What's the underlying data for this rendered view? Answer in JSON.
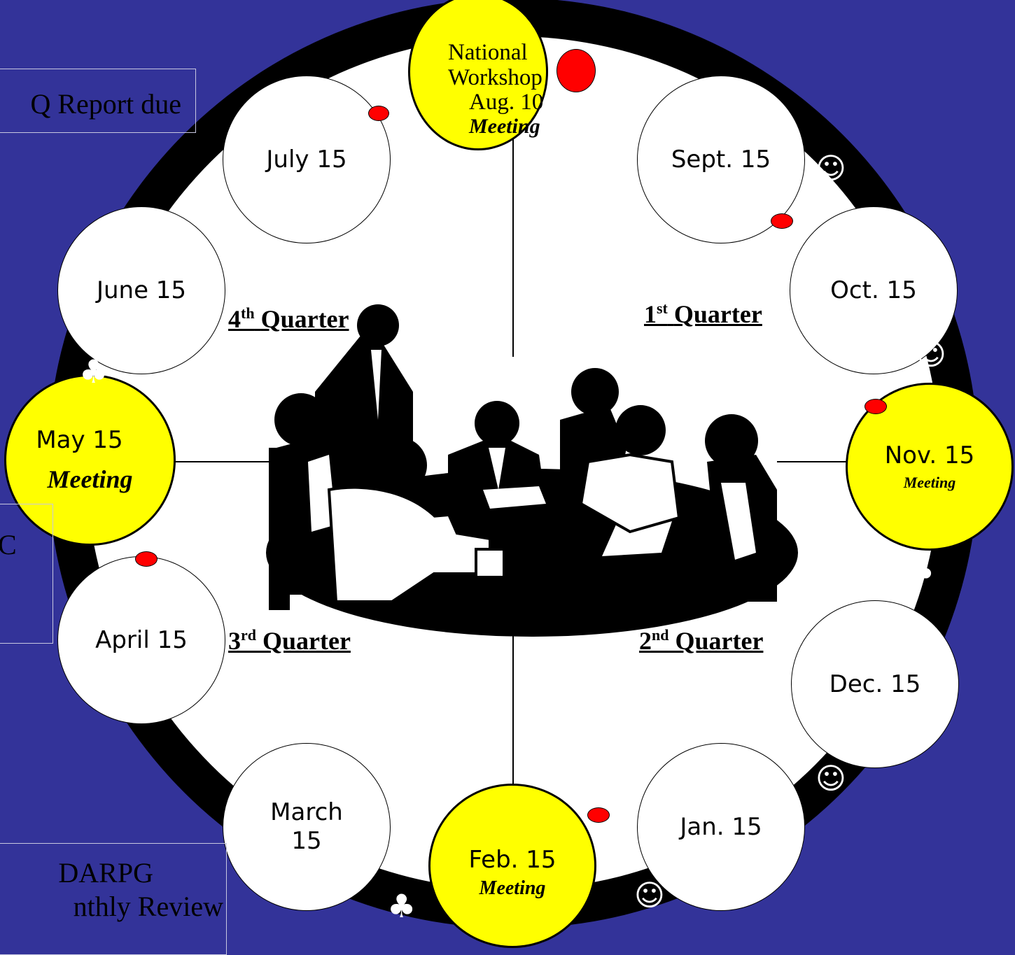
{
  "colors": {
    "background": "#333399",
    "meeting_fill": "#ffff00",
    "month_fill": "#ffffff",
    "ring": "#000000",
    "marker": "#ff0000"
  },
  "top_node": {
    "line1": "National",
    "line2": "Workshop",
    "line3": "Aug. 10",
    "sub": "Meeting"
  },
  "months": {
    "sept": "Sept. 15",
    "oct": "Oct. 15",
    "nov": "Nov. 15",
    "dec": "Dec. 15",
    "jan": "Jan. 15",
    "feb": "Feb. 15",
    "march_1": "March",
    "march_2": "15",
    "april": "April 15",
    "may": "May 15",
    "june": "June 15",
    "july": "July 15"
  },
  "meeting_label": "Meeting",
  "quarters": {
    "q1": {
      "num": "1",
      "sup": "st",
      "word": "Quarter"
    },
    "q2": {
      "num": "2",
      "sup": "nd",
      "word": "Quarter"
    },
    "q3": {
      "num": "3",
      "sup": "rd",
      "word": "Quarter"
    },
    "q4": {
      "num": "4",
      "sup": "th",
      "word": "Quarter"
    }
  },
  "side_boxes": {
    "report": "Q Report due",
    "left_partial": "C",
    "darpg_line1": "DARPG",
    "darpg_line2": "nthly Review"
  },
  "icons": {
    "smiley": "smiley-icon",
    "club": "club-icon",
    "marker": "red-dot-marker",
    "illustration": "meeting-table-illustration"
  }
}
